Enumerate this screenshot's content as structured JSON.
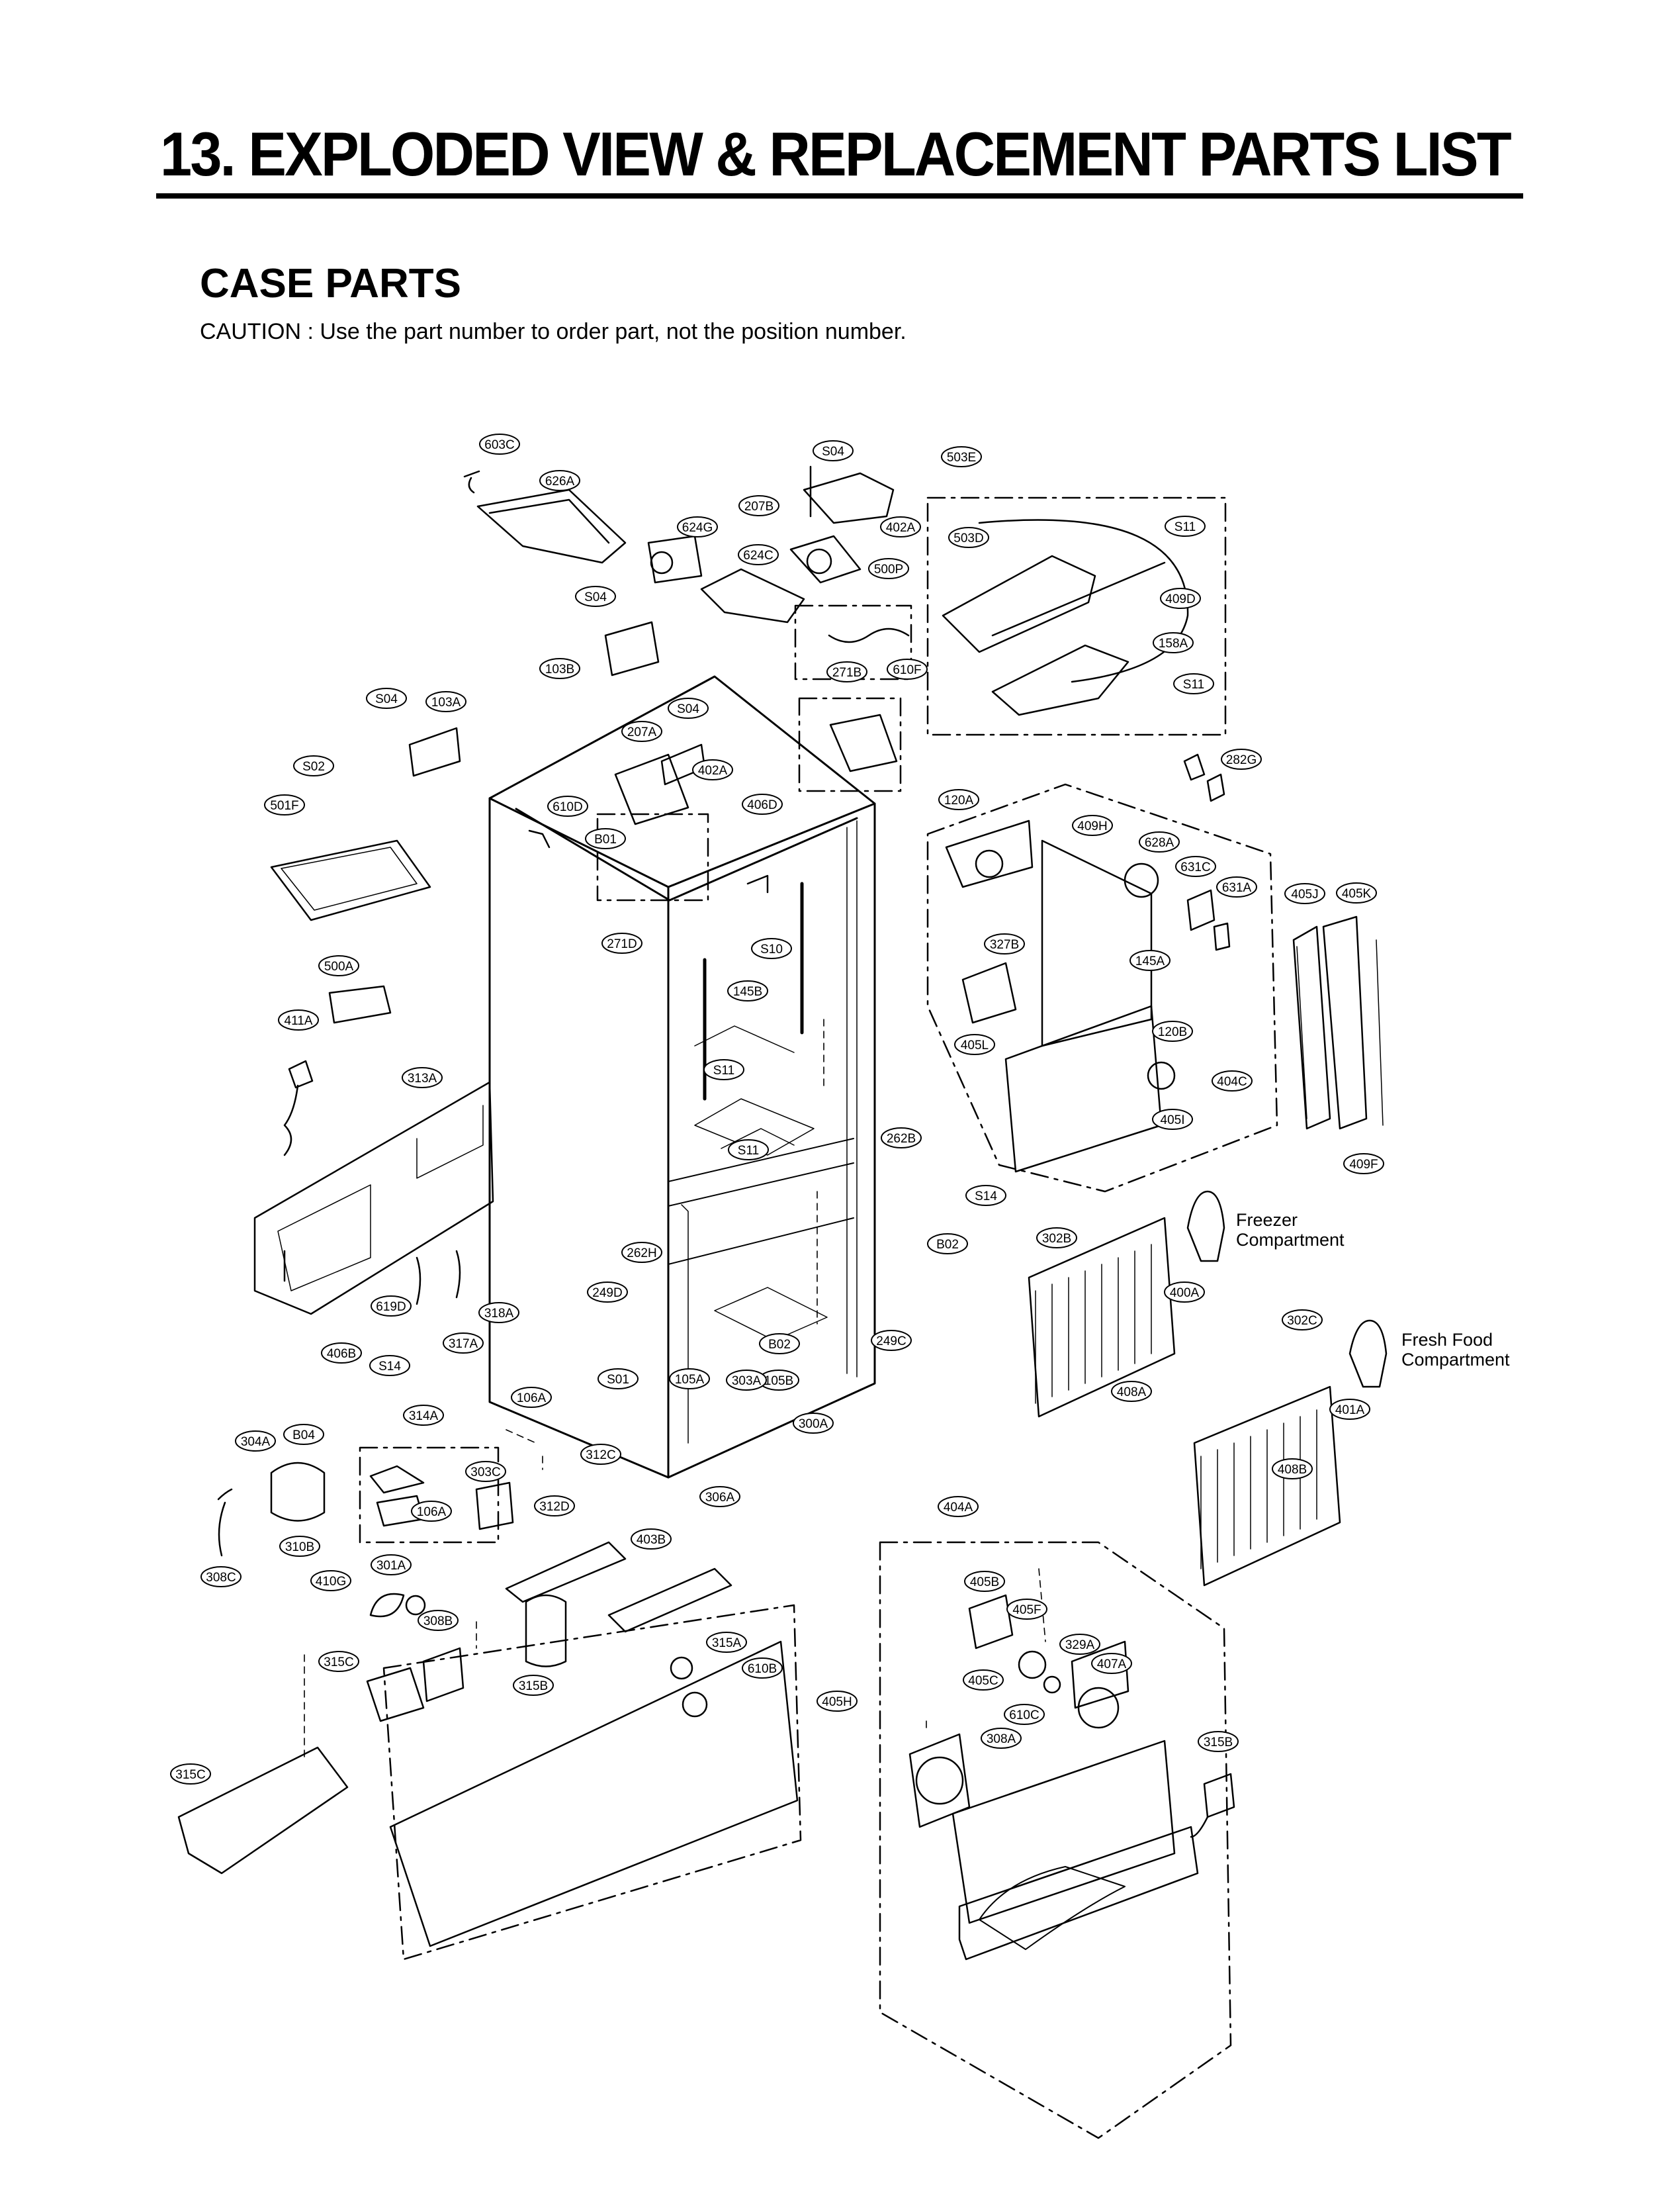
{
  "header": {
    "title": "13. EXPLODED VIEW & REPLACEMENT PARTS LIST",
    "section": "CASE PARTS",
    "caution": "CAUTION : Use the part number to order part, not the position number."
  },
  "notes": {
    "freezer_line1": "Freezer",
    "freezer_line2": "Compartment",
    "freshfood_line1": "Fresh Food",
    "freshfood_line2": "Compartment"
  },
  "callouts": [
    "603C",
    "626A",
    "S04",
    "207B",
    "402A",
    "624G",
    "624C",
    "500P",
    "503E",
    "503D",
    "S11",
    "409D",
    "158A",
    "S11",
    "S04",
    "103B",
    "610F",
    "271B",
    "S04",
    "103A",
    "S04",
    "207A",
    "402A",
    "406D",
    "S02",
    "610D",
    "B01",
    "501F",
    "271D",
    "S10",
    "145B",
    "500A",
    "411A",
    "S11",
    "313A",
    "S11",
    "262B",
    "S14",
    "B02",
    "282G",
    "120A",
    "409H",
    "628A",
    "631C",
    "631A",
    "405J",
    "405K",
    "327B",
    "145A",
    "405L",
    "120B",
    "404C",
    "405I",
    "409F",
    "302B",
    "400A",
    "302C",
    "408A",
    "401A",
    "408B",
    "262H",
    "249D",
    "B02",
    "249C",
    "105A",
    "105B",
    "619D",
    "318A",
    "317A",
    "406B",
    "S14",
    "S01",
    "303A",
    "106A",
    "314A",
    "300A",
    "304A",
    "B04",
    "303C",
    "312C",
    "106A",
    "306A",
    "312D",
    "310B",
    "403B",
    "308C",
    "301A",
    "410G",
    "308B",
    "315B",
    "315C",
    "315A",
    "610B",
    "405H",
    "404A",
    "405B",
    "405F",
    "329A",
    "405C",
    "407A",
    "610C",
    "308A",
    "315B",
    "315C"
  ]
}
